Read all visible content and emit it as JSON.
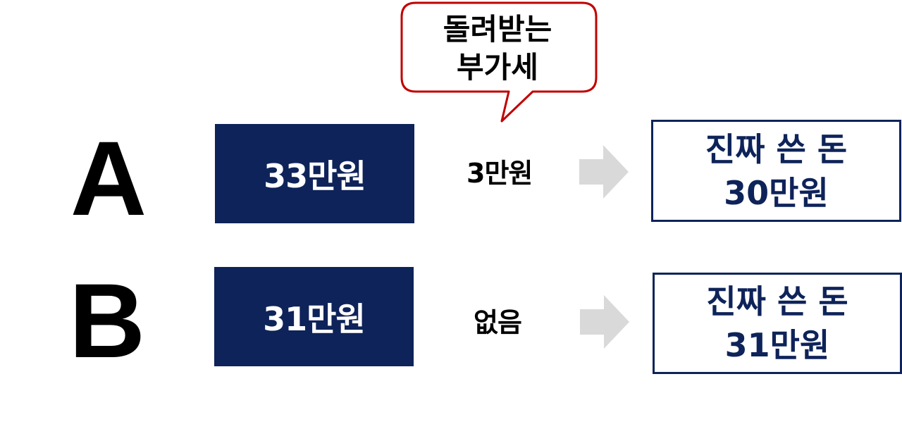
{
  "callout": {
    "line1": "돌려받는",
    "line2": "부가세"
  },
  "rows": [
    {
      "letter": "A",
      "price": "33만원",
      "vat": "3만원",
      "result_line1": "진짜 쓴 돈",
      "result_line2": "30만원"
    },
    {
      "letter": "B",
      "price": "31만원",
      "vat": "없음",
      "result_line1": "진짜 쓴 돈",
      "result_line2": "31만원"
    }
  ],
  "colors": {
    "navy": "#0e2359",
    "callout_border": "#c00000",
    "arrow_fill": "#d9d9d9"
  }
}
